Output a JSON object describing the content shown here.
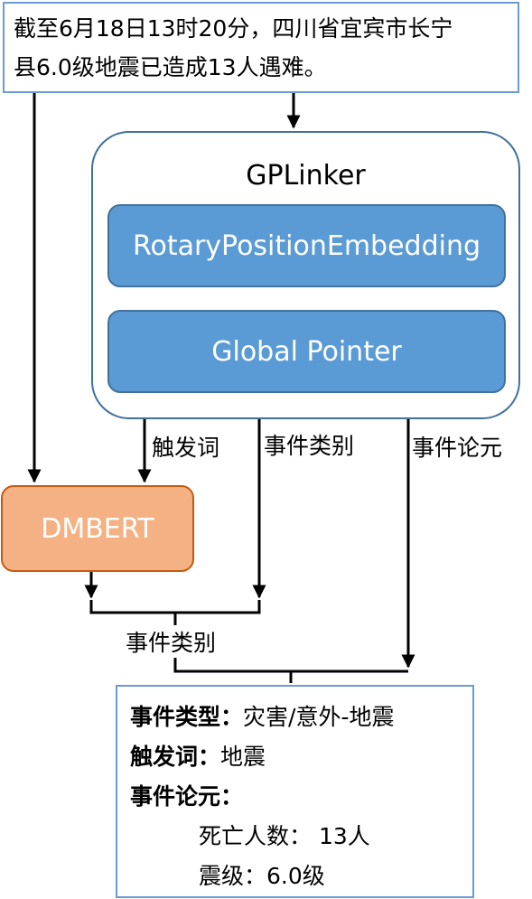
{
  "input": {
    "line1": "截至6月18日13时20分，四川省宜宾市长宁",
    "line2": "县6.0级地震已造成13人遇难。"
  },
  "gplinker": {
    "title": "GPLinker",
    "block1": "RotaryPositionEmbedding",
    "block2": "Global Pointer"
  },
  "dmbert": {
    "label": "DMBERT"
  },
  "edges": {
    "trigger": "触发词",
    "event_type": "事件类别",
    "event_args": "事件论元",
    "event_type_merged": "事件类别"
  },
  "output": {
    "type_key": "事件类型：",
    "type_value": "灾害/意外-地震",
    "trigger_key": "触发词：",
    "trigger_value": "地震",
    "args_key": "事件论元：",
    "arg1_key": "死亡人数：",
    "arg1_value": "13人",
    "arg2_key": "震级：",
    "arg2_value": "6.0级"
  },
  "colors": {
    "blue_fill": "#5b9bd5",
    "blue_border": "#41719c",
    "orange_fill": "#f4b183",
    "orange_border": "#c55a11",
    "box_border": "#6b9bd0"
  }
}
